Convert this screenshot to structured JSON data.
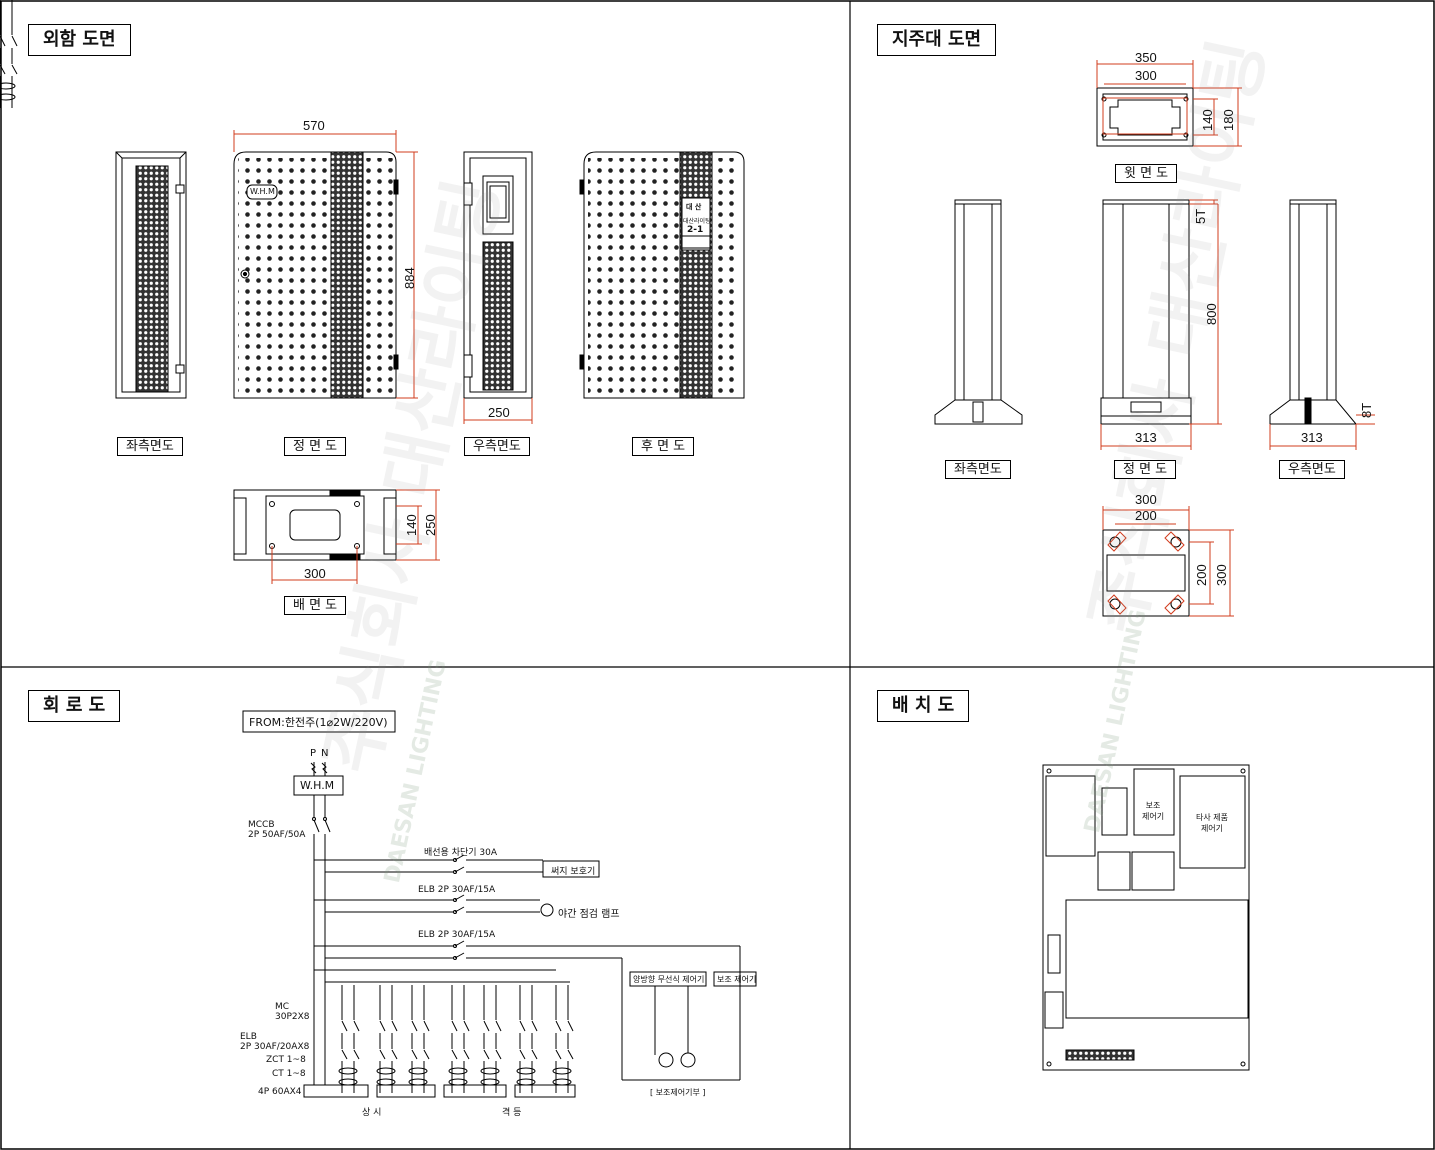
{
  "panels": {
    "exterior_title": "외함 도면",
    "stand_title": "지주대 도면",
    "circuit_title": "회 로 도",
    "layout_title": "배 치 도"
  },
  "exterior": {
    "left_view": "좌측면도",
    "front_view": "정 면 도",
    "right_view": "우측면도",
    "rear_view": "후 면 도",
    "bottom_view": "배 면 도",
    "width": "570",
    "height": "884",
    "depth": "250",
    "bottom_length": "300",
    "bottom_h1": "140",
    "bottom_h2": "250",
    "whm_badge": "W.H.M",
    "plate_line1": "대  산",
    "plate_line2": "대산라이팅",
    "plate_line3": "2-1"
  },
  "stand": {
    "top_view": "윗 면 도",
    "left_view": "좌측면도",
    "front_view": "정 면 도",
    "right_view": "우측면도",
    "top_w1": "350",
    "top_w2": "300",
    "top_h1": "140",
    "top_h2": "180",
    "thickness_top": "5T",
    "height": "800",
    "thickness_bottom": "8T",
    "base_front": "313",
    "base_right": "313",
    "base_w1": "300",
    "base_w2": "200",
    "base_h1": "200",
    "base_h2": "300"
  },
  "circuit": {
    "source": "FROM:한전주(1⌀2W/220V)",
    "p": "P",
    "n": "N",
    "whm": "W.H.M",
    "mccb_label": "MCCB",
    "mccb_rating": "2P 50AF/50A",
    "branch_breaker": "배선용 차단기 30A",
    "surge": "써지 보호기",
    "elb1": "ELB 2P 30AF/15A",
    "night_lamp": "야간 점검 램프",
    "elb2": "ELB 2P 30AF/15A",
    "mc_label": "MC",
    "mc_rating": "30P2X8",
    "elb_label": "ELB",
    "elb_rating": "2P 30AF/20AX8",
    "zct": "ZCT 1~8",
    "ct": "CT 1~8",
    "terminal": "4P 60AX4",
    "always": "상 시",
    "alternate": "격 등",
    "wireless": "양방향 무선식 제어기",
    "aux": "보조 제어기",
    "aux_part": "[ 보조제어기부 ]"
  },
  "layout": {
    "aux_controller": "보조\n제어기",
    "other_controller": "타사 제품\n제어기"
  },
  "watermark": {
    "korean": "주식회사 대산라이팅",
    "english": "DAESAN LIGHTING"
  }
}
